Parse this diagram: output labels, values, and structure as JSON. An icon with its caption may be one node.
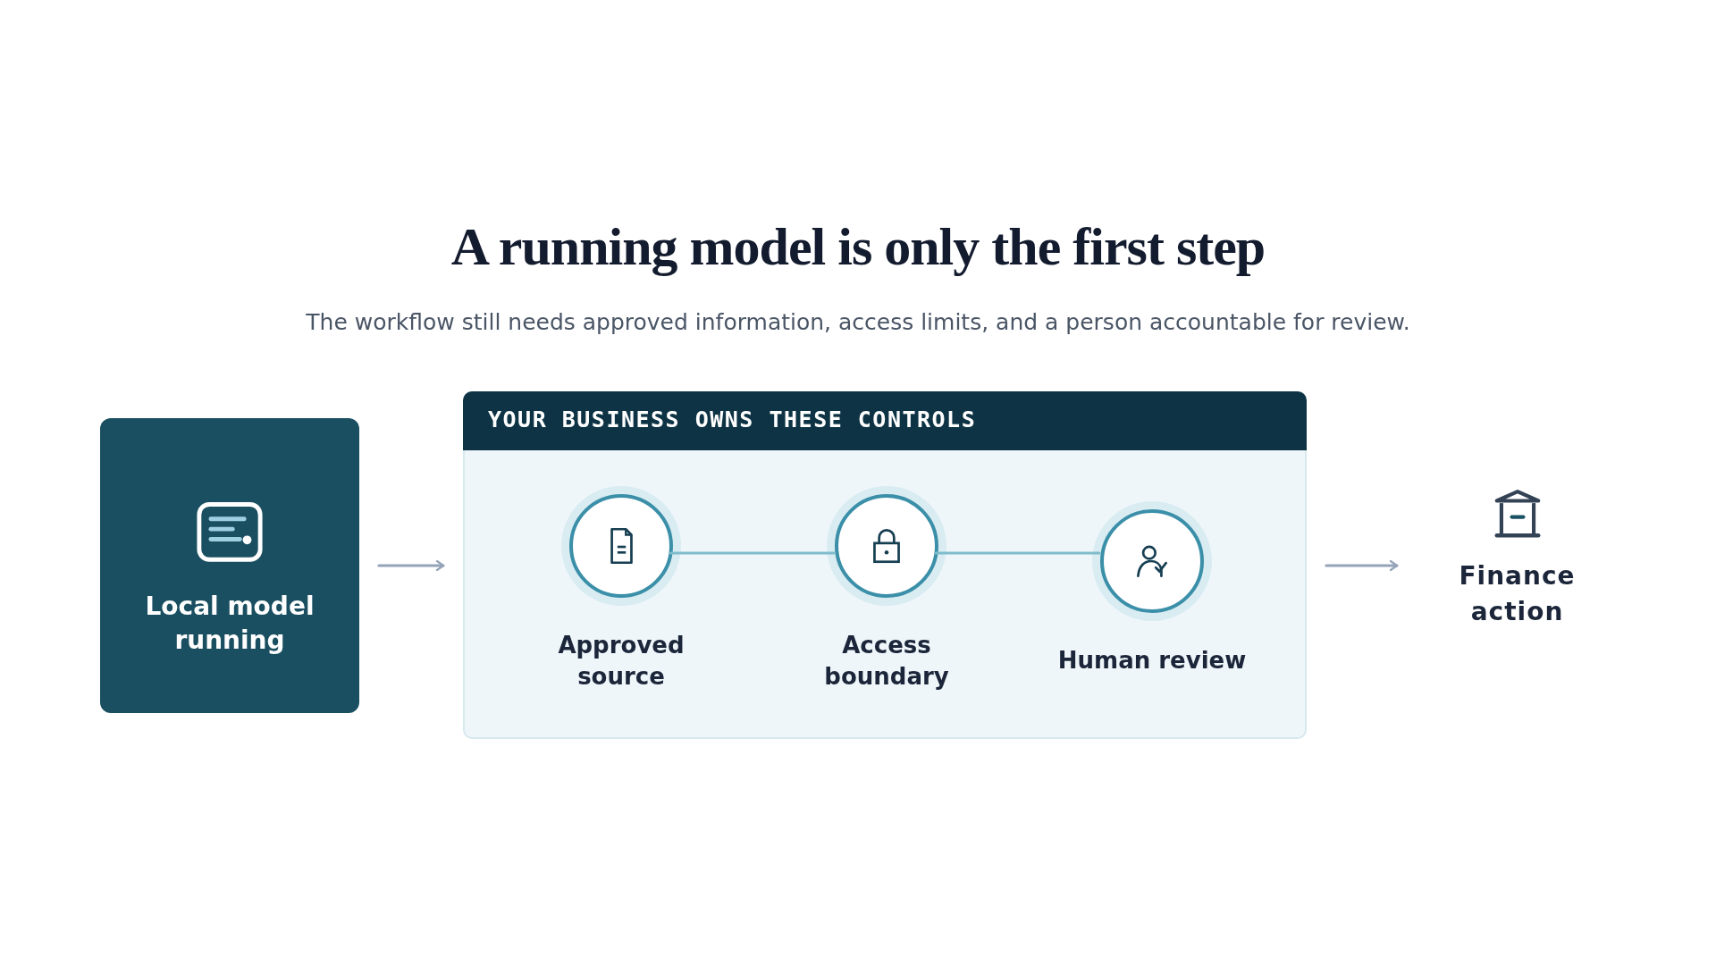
{
  "diagram": {
    "title": "A running model is only the first step",
    "caption": "The workflow still needs approved information, access limits, and a person accountable for review.",
    "nodes": [
      {
        "text": [
          "Local model running"
        ]
      },
      {
        "text": [
          "YOUR BUSINESS OWNS THESE CONTROLS"
        ]
      },
      {
        "text": [
          "Approved source"
        ],
        "in": 1
      },
      {
        "text": [
          "Access boundary"
        ],
        "in": 1
      },
      {
        "text": [
          "Human review"
        ],
        "in": 1
      },
      {
        "text": [
          "Finance action"
        ]
      }
    ],
    "edges": [
      {
        "from": 0,
        "to": 1,
        "arrow": "to"
      },
      {
        "from": 1,
        "to": 5,
        "arrow": "to"
      },
      {
        "from": 2,
        "to": 3,
        "arrow": "none",
        "color": "#7ebccb"
      },
      {
        "from": 3,
        "to": 4,
        "arrow": "none",
        "color": "#7ebccb"
      }
    ]
  }
}
